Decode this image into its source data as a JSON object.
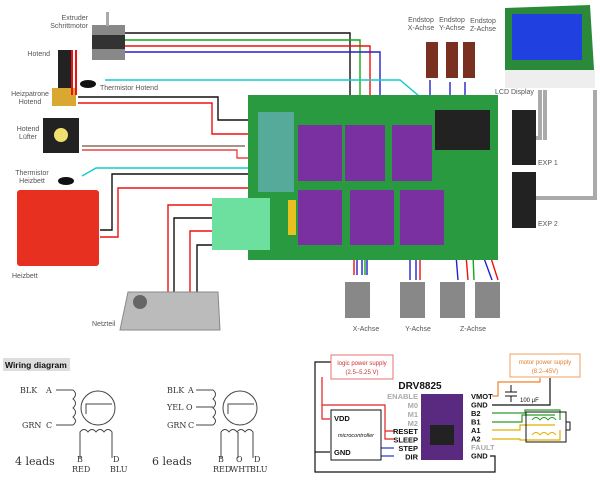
{
  "components": {
    "extruder_motor": [
      "Extruder",
      "Schrittmotor"
    ],
    "hotend": "Hotend",
    "thermistor_hotend": "Thermistor Hotend",
    "heater_cartridge": [
      "Heizpatrone",
      "Hotend"
    ],
    "hotend_fan": [
      "Hotend",
      "Lüfter"
    ],
    "thermistor_bed": [
      "Thermistor",
      "Heizbett"
    ],
    "heated_bed": "Heizbett",
    "power_supply": "Netzteil",
    "endstops": [
      [
        "Endstop",
        "X-Achse"
      ],
      [
        "Endstop",
        "Y-Achse"
      ],
      [
        "Endstop",
        "Z-Achse"
      ]
    ],
    "lcd": "LCD Display",
    "exp1": "EXP 1",
    "exp2": "EXP 2",
    "motors": [
      "X-Achse",
      "Y-Achse",
      "Z-Achse"
    ]
  },
  "wiring_diagram": {
    "title": "Wiring diagram",
    "four": {
      "caption": "4 leads",
      "left": [
        [
          "BLK",
          "A"
        ],
        [
          "GRN",
          "C"
        ]
      ],
      "bottom": [
        [
          "B",
          "RED"
        ],
        [
          "D",
          "BLU"
        ]
      ]
    },
    "six": {
      "caption": "6 leads",
      "left": [
        [
          "BLK",
          "A"
        ],
        [
          "YEL",
          "O"
        ],
        [
          "GRN",
          "C"
        ]
      ],
      "bottom": [
        [
          "B",
          "RED"
        ],
        [
          "O",
          "WHT"
        ],
        [
          "D",
          "BLU"
        ]
      ]
    }
  },
  "drv": {
    "title": "DRV8825",
    "logic_supply": [
      "logic power supply",
      "(2.5–5.25 V)"
    ],
    "motor_supply": [
      "motor power supply",
      "(8.2–45V)"
    ],
    "capacitor": "100 µF",
    "mcu": {
      "vdd": "VDD",
      "name": "microcontroller",
      "gnd": "GND"
    },
    "left_pins": [
      "ENABLE",
      "M0",
      "M1",
      "M2",
      "RESET",
      "SLEEP",
      "STEP",
      "DIR"
    ],
    "right_pins": [
      "VMOT",
      "GND",
      "B2",
      "B1",
      "A1",
      "A2",
      "FAULT",
      "GND"
    ],
    "colors": {
      "logic": "#e02020",
      "motor": "#f08030",
      "step": "#2040d0",
      "b": "#2a9a2a",
      "a": "#e0b000"
    }
  }
}
